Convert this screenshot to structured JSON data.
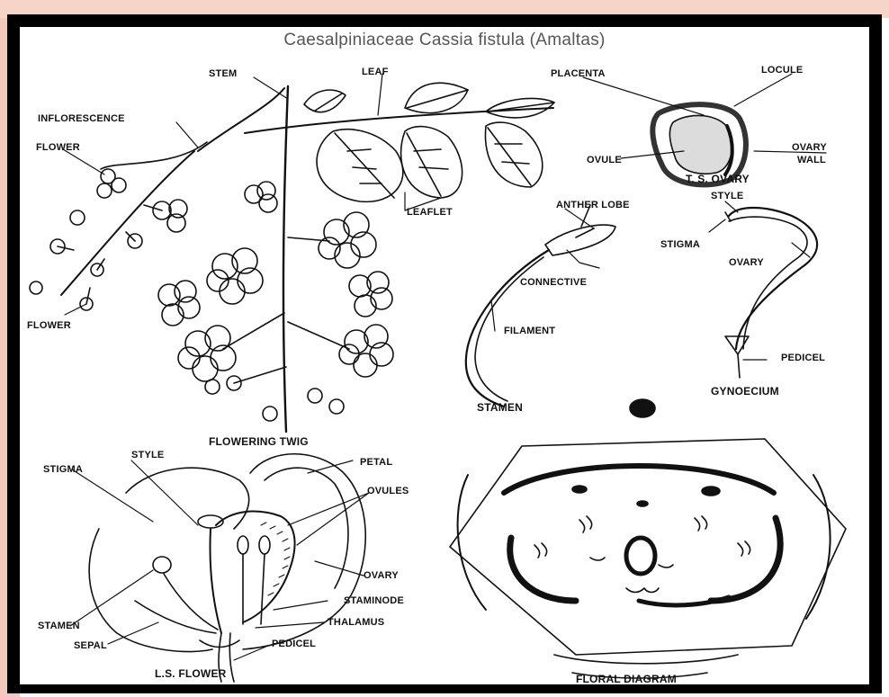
{
  "colors": {
    "frame": "#000000",
    "background_band": "#f6d4c8",
    "ink": "#111111",
    "title_text": "#555555"
  },
  "title": "Caesalpiniaceae Cassia fistula (Amaltas)",
  "flowering_twig": {
    "caption": "FLOWERING TWIG",
    "labels": {
      "stem": "STEM",
      "leaf": "LEAF",
      "inflorescence": "INFLORESCENCE",
      "flower_top": "FLOWER",
      "flower_bottom": "FLOWER",
      "leaflet": "LEAFLET"
    }
  },
  "ts_ovary": {
    "caption": "T. S. OVARY",
    "labels": {
      "placenta": "PLACENTA",
      "locule": "LOCULE",
      "ovule": "OVULE",
      "ovary_wall_1": "OVARY",
      "ovary_wall_2": "WALL"
    }
  },
  "stamen": {
    "caption": "STAMEN",
    "labels": {
      "anther_lobe": "ANTHER LOBE",
      "connective": "CONNECTIVE",
      "filament": "FILAMENT"
    }
  },
  "gynoecium": {
    "caption": "GYNOECIUM",
    "labels": {
      "style": "STYLE",
      "stigma": "STIGMA",
      "ovary": "OVARY",
      "pedicel": "PEDICEL"
    }
  },
  "ls_flower": {
    "caption": "L.S. FLOWER",
    "labels": {
      "style": "STYLE",
      "stigma": "STIGMA",
      "petal": "PETAL",
      "ovules": "OVULES",
      "ovary": "OVARY",
      "staminode": "STAMINODE",
      "thalamus": "THALAMUS",
      "stamen": "STAMEN",
      "sepal": "SEPAL",
      "pedicel": "PEDICEL"
    }
  },
  "floral_diagram": {
    "caption": "FLORAL DIAGRAM"
  }
}
